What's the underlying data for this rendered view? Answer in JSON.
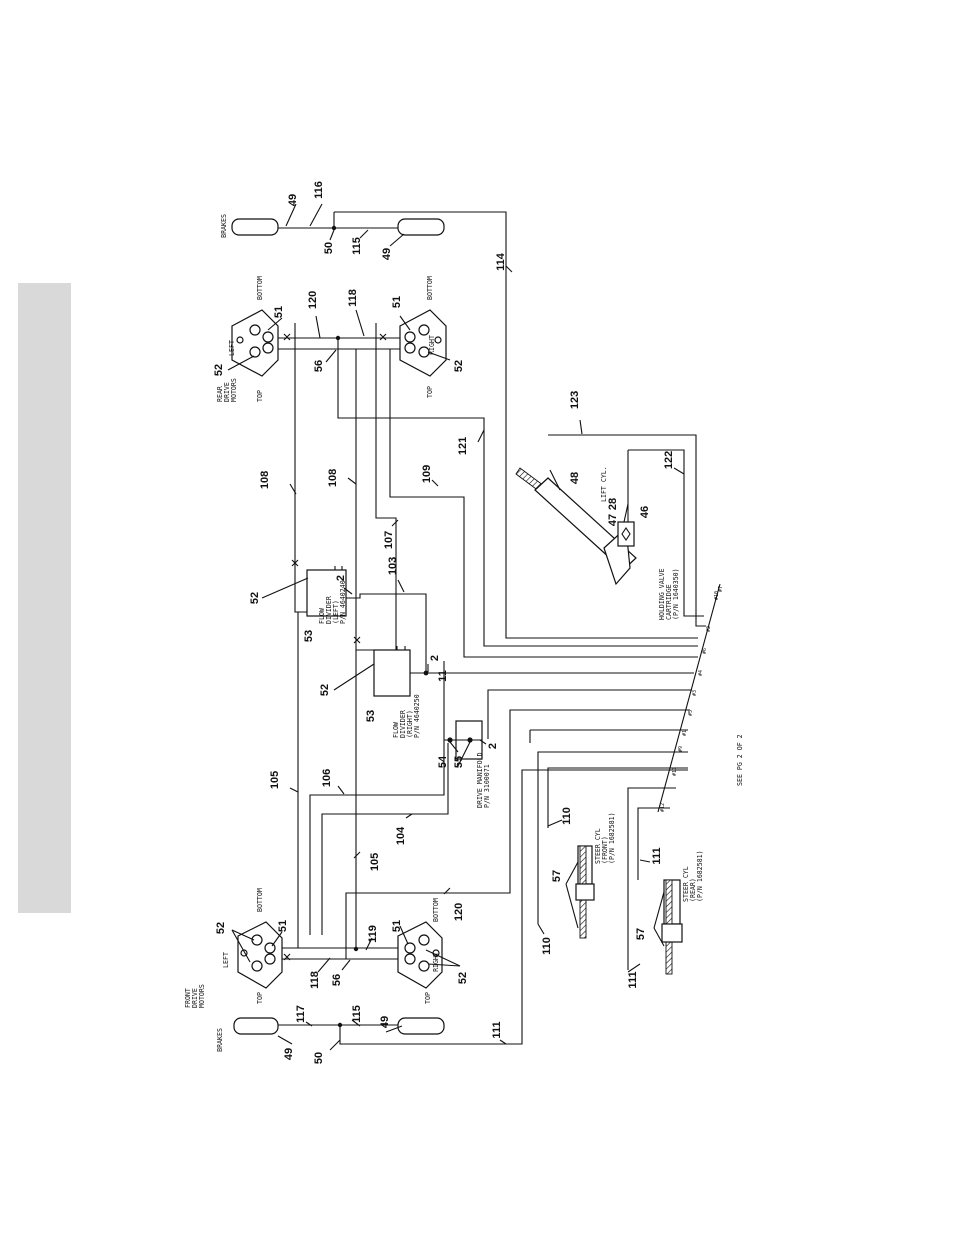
{
  "sheet_note": "SEE PG 2 OF 2",
  "brakes": {
    "rear": "BRAKES",
    "front": "BRAKES"
  },
  "rear_motors": {
    "caption": [
      "REAR",
      "DRIVE",
      "MOTORS"
    ],
    "left": "LEFT",
    "right": "RIGHT",
    "top": "TOP",
    "bottom": "BOTTOM"
  },
  "front_motors": {
    "caption": [
      "FRONT",
      "DRIVE",
      "MOTORS"
    ],
    "left": "LEFT",
    "right": "RIGHT",
    "top": "TOP",
    "bottom": "BOTTOM"
  },
  "flow_divider_left": [
    "FLOW",
    "DIVIDER",
    "(LEFT)",
    "P/N 4640240"
  ],
  "flow_divider_right": [
    "FLOW",
    "DIVIDER",
    "(RIGHT)",
    "P/N 4640250"
  ],
  "drive_manifold": [
    "DRIVE MANIFOLD",
    "P/N 3100071"
  ],
  "lift_cyl": "LIFT CYL.",
  "holding_valve": [
    "HOLDING VALVE",
    "CARTRIDGE",
    "(P/N 1640350)"
  ],
  "steer_front": [
    "STEER CYL",
    "(FRONT)",
    "(P/N 1682581)"
  ],
  "steer_rear": [
    "STEER CYL",
    "(REAR)",
    "(P/N 1682581)"
  ],
  "ports": [
    "#10",
    "#7",
    "#2",
    "#6",
    "#4",
    "#3",
    "#5",
    "#1",
    "#11",
    "#12",
    "#9"
  ],
  "callouts": {
    "c116": "116",
    "c49a": "49",
    "c50a": "50",
    "c115a": "115",
    "c49b": "49",
    "c114": "114",
    "c120a": "120",
    "c118a": "118",
    "c51a": "51",
    "c51b": "51",
    "c52a": "52",
    "c52b": "52",
    "c56a": "56",
    "c123": "123",
    "c121": "121",
    "c108a": "108",
    "c108b": "108",
    "c109": "109",
    "c122": "122",
    "c48": "48",
    "c47": "47",
    "c28": "28",
    "c46": "46",
    "c107": "107",
    "c103": "103",
    "c52c": "52",
    "c2a": "2",
    "c53a": "53",
    "c52d": "52",
    "c2b": "2",
    "c11": "11",
    "c53b": "53",
    "c54": "54",
    "c55": "55",
    "c2c": "2",
    "c110a": "110",
    "c105a": "105",
    "c106": "106",
    "c104": "104",
    "c105b": "105",
    "c120b": "120",
    "c111a": "111",
    "c57a": "57",
    "c110b": "110",
    "c57b": "57",
    "c111b": "111",
    "c52e": "52",
    "c51c": "51",
    "c51d": "51",
    "c119": "119",
    "c118b": "118",
    "c56b": "56",
    "c52f": "52",
    "c117": "117",
    "c115b": "115",
    "c49c": "49",
    "c49d": "49",
    "c50b": "50",
    "c111c": "111"
  }
}
